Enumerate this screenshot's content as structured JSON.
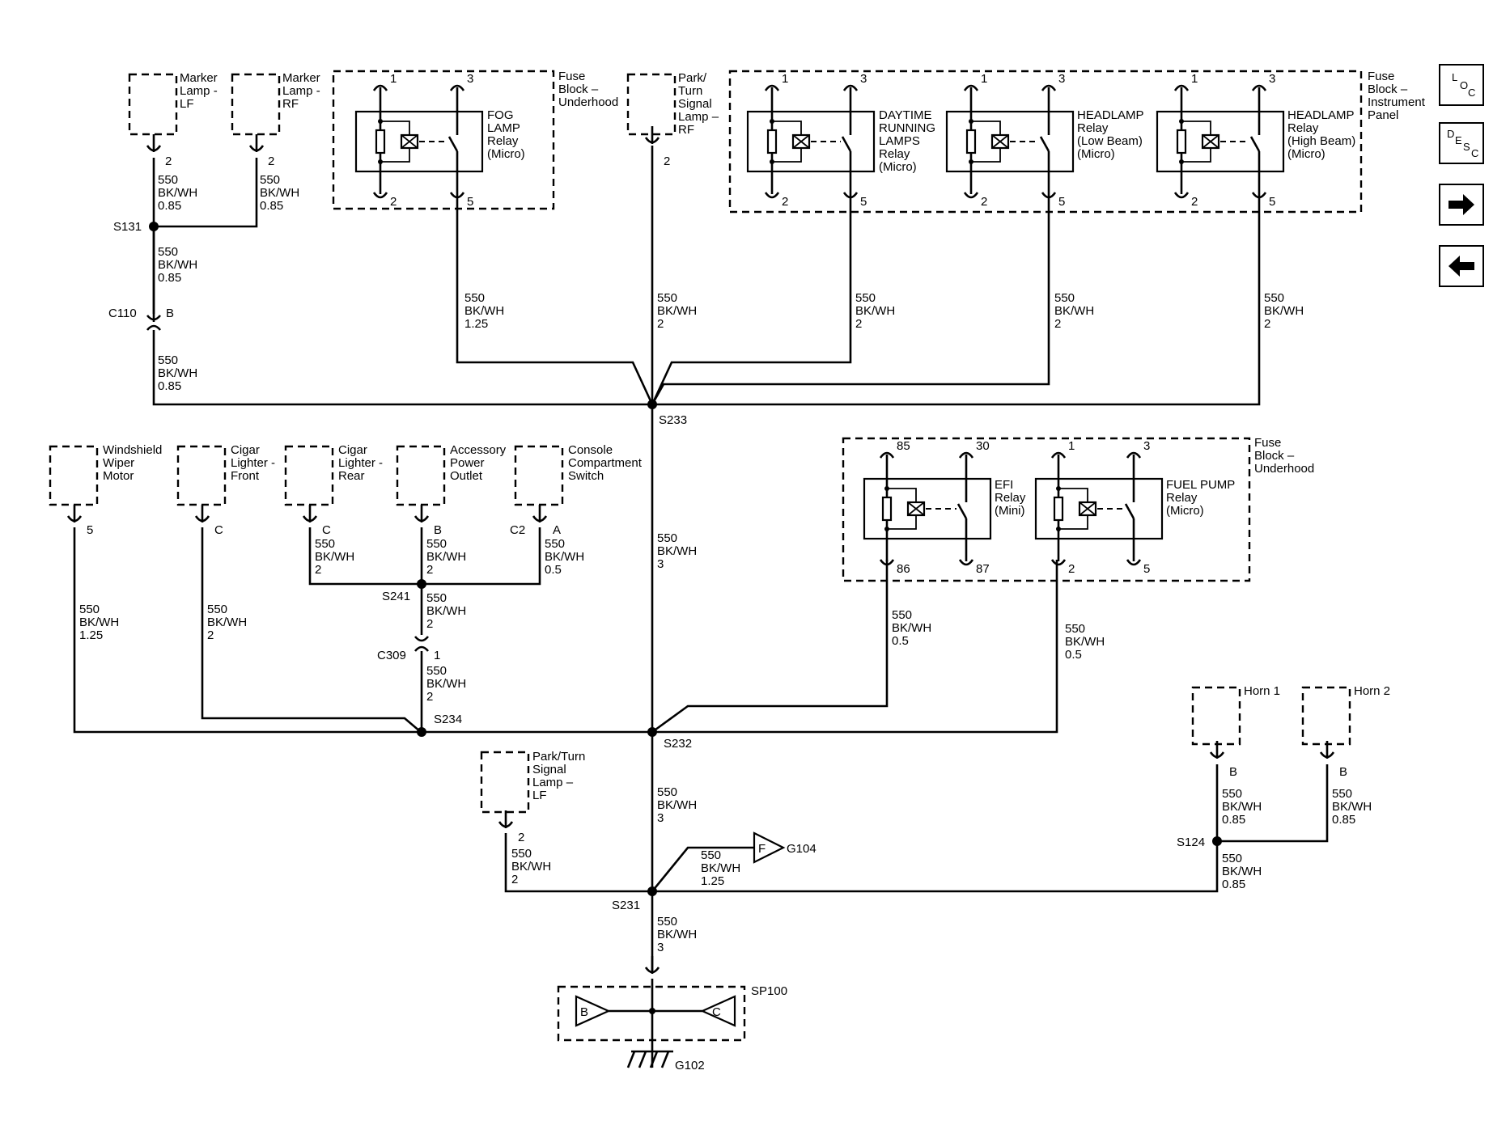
{
  "nav": {
    "loc": [
      "L",
      "O",
      "C"
    ],
    "desc": [
      "D",
      "E",
      "S",
      "C"
    ],
    "next_icon": "arrow-right-icon",
    "prev_icon": "arrow-left-icon"
  },
  "wire": {
    "circuit": "550",
    "color": "BK/WH",
    "sizes": {
      "s085": "0.85",
      "s125": "1.25",
      "s2": "2",
      "s3": "3",
      "s05": "0.5"
    }
  },
  "components": {
    "marker_lf": [
      "Marker",
      "Lamp -",
      "LF"
    ],
    "marker_rf": [
      "Marker",
      "Lamp -",
      "RF"
    ],
    "fuse_underhood_top": [
      "Fuse",
      "Block –",
      "Underhood"
    ],
    "fog_relay": [
      "FOG",
      "LAMP",
      "Relay",
      "(Micro)"
    ],
    "park_rf": [
      "Park/",
      "Turn",
      "Signal",
      "Lamp –",
      "RF"
    ],
    "fuse_ip": [
      "Fuse",
      "Block –",
      "Instrument",
      "Panel"
    ],
    "drl_relay": [
      "DAYTIME",
      "RUNNING",
      "LAMPS",
      "Relay",
      "(Micro)"
    ],
    "headlamp_low": [
      "HEADLAMP",
      "Relay",
      "(Low Beam)",
      "(Micro)"
    ],
    "headlamp_high": [
      "HEADLAMP",
      "Relay",
      "(High Beam)",
      "(Micro)"
    ],
    "wiper": [
      "Windshield",
      "Wiper",
      "Motor"
    ],
    "cigar_front": [
      "Cigar",
      "Lighter -",
      "Front"
    ],
    "cigar_rear": [
      "Cigar",
      "Lighter -",
      "Rear"
    ],
    "accessory": [
      "Accessory",
      "Power",
      "Outlet"
    ],
    "console": [
      "Console",
      "Compartment",
      "Switch"
    ],
    "fuse_underhood_mid": [
      "Fuse",
      "Block –",
      "Underhood"
    ],
    "efi_relay": [
      "EFI",
      "Relay",
      "(Mini)"
    ],
    "fuel_pump_relay": [
      "FUEL PUMP",
      "Relay",
      "(Micro)"
    ],
    "horn1": "Horn 1",
    "horn2": "Horn 2",
    "park_lf": [
      "Park/Turn",
      "Signal",
      "Lamp –",
      "LF"
    ]
  },
  "splices": {
    "s131": "S131",
    "s233": "S233",
    "s241": "S241",
    "s234": "S234",
    "s232": "S232",
    "s231": "S231",
    "s124": "S124",
    "sp100": "SP100"
  },
  "connectors": {
    "c110": "C110",
    "c309": "C309"
  },
  "grounds": {
    "g104": "G104",
    "g102": "G102",
    "b": "B",
    "c": "C",
    "f": "F"
  },
  "pins": {
    "p1": "1",
    "p2": "2",
    "p3": "3",
    "p5": "5",
    "pB": "B",
    "pC": "C",
    "pA": "A",
    "pC2": "C2",
    "p85": "85",
    "p30": "30",
    "p86": "86",
    "p87": "87"
  }
}
